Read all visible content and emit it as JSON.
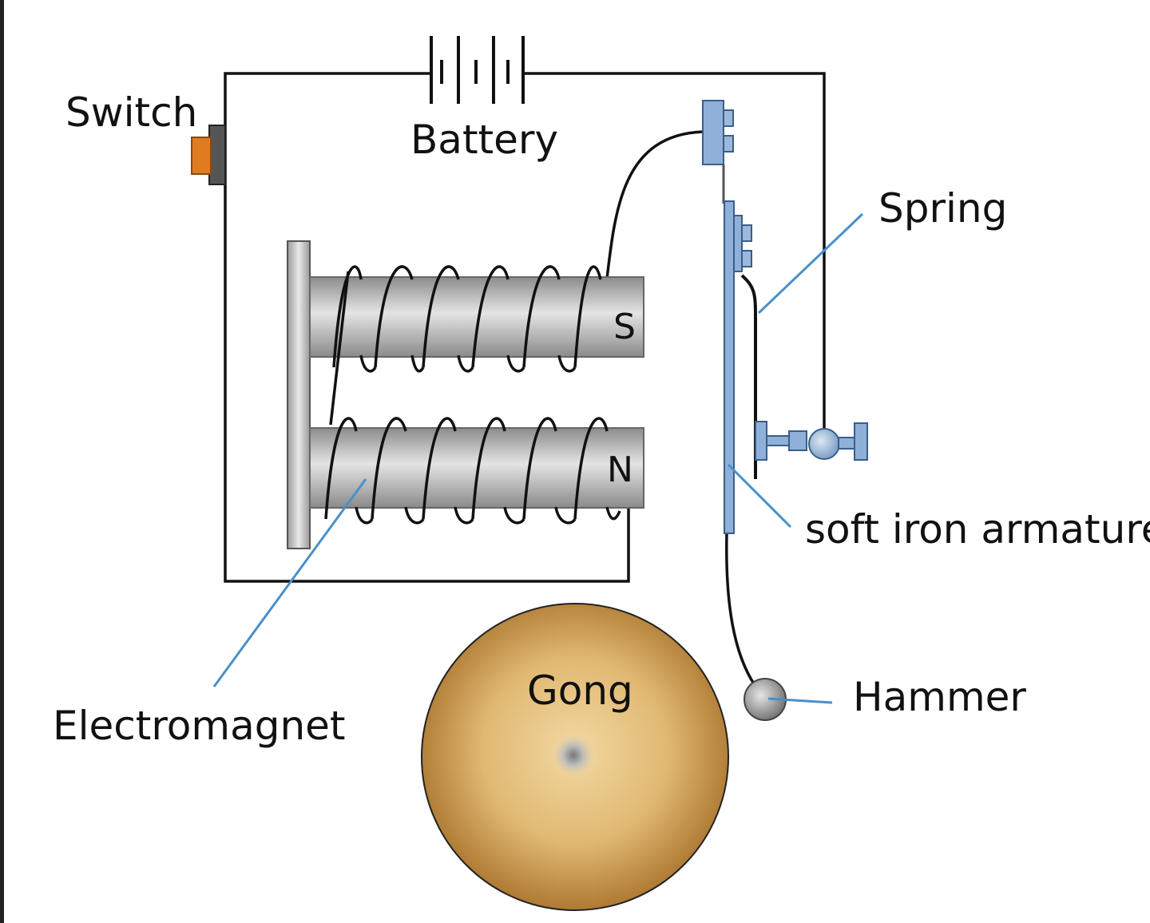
{
  "labels": {
    "switch": "Switch",
    "battery": "Battery",
    "spring": "Spring",
    "soft_iron_armature": "soft iron armature",
    "hammer": "Hammer",
    "electromagnet": "Electromagnet",
    "gong": "Gong",
    "pole_south": "S",
    "pole_north": "N"
  },
  "colors": {
    "wire": "#111111",
    "leader_line": "#4a90c8",
    "switch_button": "#e07b22",
    "core_metal": "#b8b8b8",
    "armature": "#8fb0d8",
    "gong_center": "#f0d49a",
    "gong_edge": "#b07a30",
    "hammer": "#9a9a9a"
  }
}
